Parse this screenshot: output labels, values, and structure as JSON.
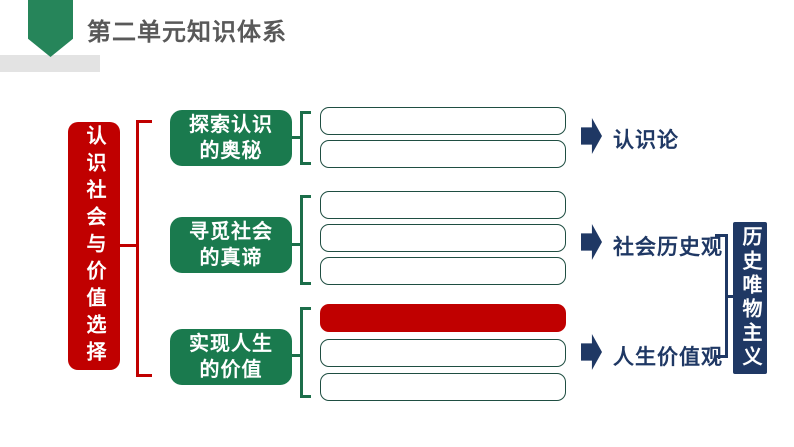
{
  "header": {
    "title": "第二单元知识体系"
  },
  "root": {
    "label": "认识社会与价值选择"
  },
  "branches": [
    {
      "label_line1": "探索认识",
      "label_line2": "的奥秘",
      "arrow_label": "认识论",
      "items": [
        {
          "style": "empty"
        },
        {
          "style": "empty"
        }
      ]
    },
    {
      "label_line1": "寻觅社会",
      "label_line2": "的真谛",
      "arrow_label": "社会历史观",
      "items": [
        {
          "style": "empty"
        },
        {
          "style": "empty"
        },
        {
          "style": "empty"
        }
      ]
    },
    {
      "label_line1": "实现人生",
      "label_line2": "的价值",
      "arrow_label": "人生价值观",
      "items": [
        {
          "style": "filled"
        },
        {
          "style": "empty"
        },
        {
          "style": "empty"
        }
      ]
    }
  ],
  "right_panel": {
    "label": "历史唯物主义"
  },
  "colors": {
    "red": "#c00000",
    "green_box": "#1a7a4e",
    "pentagon_green": "#26855a",
    "navy": "#1f3864",
    "item_border": "#1f4e42",
    "title_gray": "#595959",
    "accent_gray": "#e3e3e3"
  }
}
